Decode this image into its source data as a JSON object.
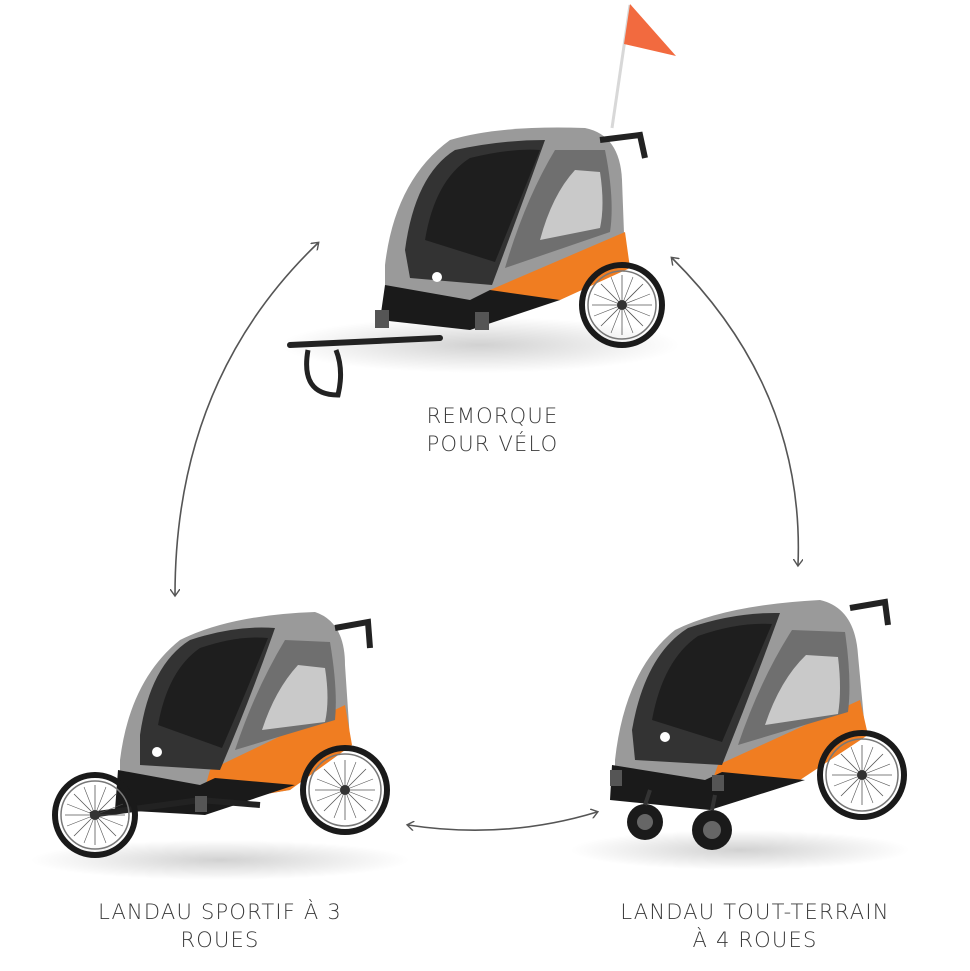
{
  "modes": {
    "bike_trailer": {
      "line1": "REMORQUE",
      "line2": "POUR VÉLO"
    },
    "jogger_3_wheels": {
      "line1": "LANDAU SPORTIF À 3",
      "line2": "ROUES"
    },
    "stroller_4_wheels": {
      "line1": "LANDAU TOUT-TERRAIN",
      "line2": "À 4 ROUES"
    }
  },
  "colors": {
    "orange": "#f07d21",
    "grey": "#9a9a9a",
    "light_grey": "#b5b5b5",
    "black": "#1a1a1a",
    "arrow": "#555555",
    "flag": "#f26a3f"
  },
  "icons": [
    "double-arrow-icon",
    "flag-icon",
    "wheel-icon",
    "tow-bar-icon",
    "brand-logo-icon"
  ]
}
